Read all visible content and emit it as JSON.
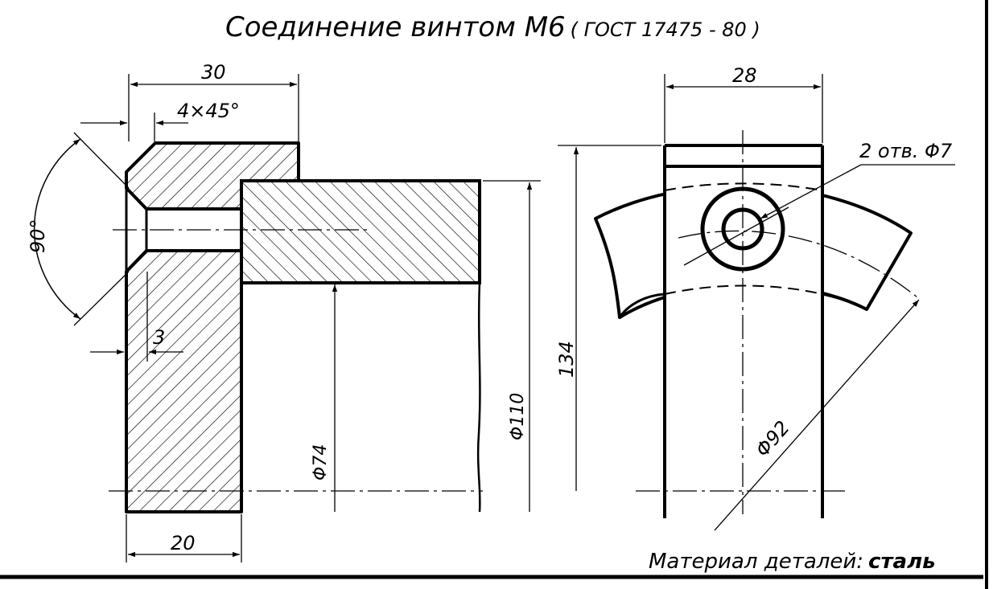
{
  "title": {
    "main": "Соединение винтом М6",
    "standard": "( ГОСТ 17475 - 80 )"
  },
  "dimensions": {
    "d30": "30",
    "chamfer": "4×45°",
    "angle": "90°",
    "d3": "3",
    "d20": "20",
    "phi74": "Φ74",
    "phi110": "Φ110",
    "d28": "28",
    "d134": "134",
    "holes": "2 отв. Φ7",
    "phi92": "Φ92"
  },
  "material": {
    "label": "Материал деталей:",
    "value": "сталь"
  }
}
